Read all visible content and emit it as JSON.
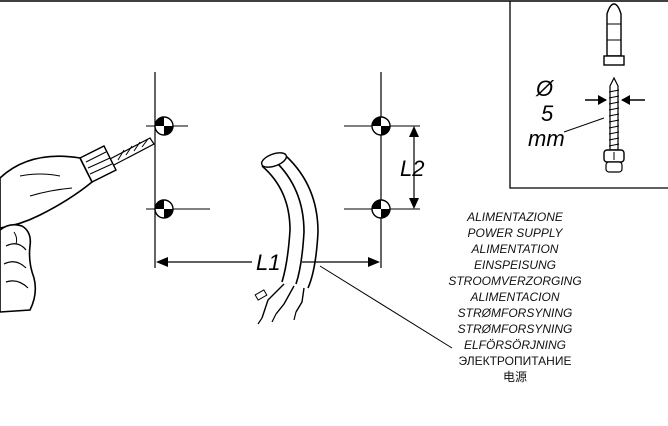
{
  "diagram": {
    "labels": {
      "l1": "L1",
      "l2": "L2",
      "diameter_symbol": "Ø",
      "diameter_value": "5",
      "diameter_unit": "mm"
    },
    "power_supply": [
      "ALIMENTAZIONE",
      "POWER SUPPLY",
      "ALIMENTATION",
      "EINSPEISUNG",
      "STROOMVERZORGING",
      "ALIMENTACION",
      "STRØMFORSYNING",
      "STRØMFORSYNING",
      "ELFÖRSÖRJNING",
      "ЭЛЕКТРОПИТАНИЕ",
      "电源"
    ]
  }
}
